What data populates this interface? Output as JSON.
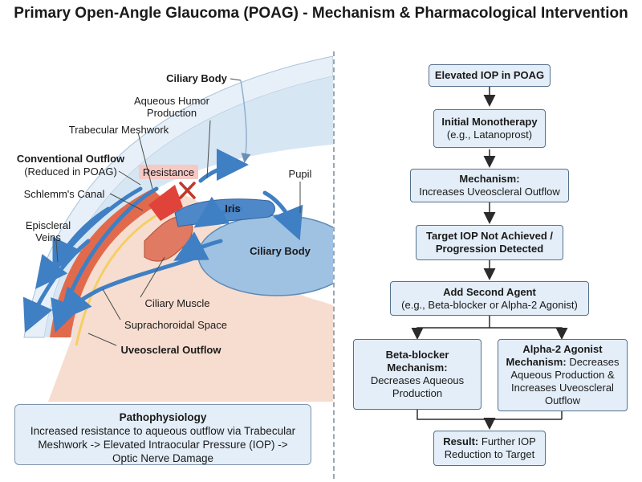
{
  "title": "Primary Open-Angle Glaucoma (POAG) - Mechanism & Pharmacological Intervention",
  "anatomy": {
    "ciliary_body_top": "Ciliary Body",
    "aqueous_line1": "Aqueous Humor",
    "aqueous_line2": "Production",
    "trabecular": "Trabecular Meshwork",
    "conventional": "Conventional Outflow",
    "reduced": "(Reduced in POAG)",
    "resistance": "Resistance",
    "pupil": "Pupil",
    "schlemm": "Schlemm's Canal",
    "iris": "Iris",
    "episcleral_line1": "Episcleral",
    "episcleral_line2": "Veins",
    "ciliary_body_right": "Ciliary Body",
    "ciliary_muscle": "Ciliary Muscle",
    "suprachoroidal": "Suprachoroidal Space",
    "uveoscleral": "Uveoscleral Outflow"
  },
  "pathophysiology": {
    "title": "Pathophysiology",
    "line1": "Increased resistance to aqueous outflow via Trabecular",
    "line2": "Meshwork -> Elevated Intraocular Pressure (IOP) ->",
    "line3": "Optic Nerve Damage"
  },
  "flow": {
    "elevated": "Elevated IOP in POAG",
    "mono_title": "Initial Monotherapy",
    "mono_sub": "(e.g., Latanoprost)",
    "mech_title": "Mechanism:",
    "mech_sub": "Increases Uveoscleral Outflow",
    "target_line1": "Target IOP Not Achieved /",
    "target_line2": "Progression Detected",
    "add_title": "Add Second Agent",
    "add_sub": "(e.g., Beta-blocker or Alpha-2 Agonist)",
    "beta_title1": "Beta-blocker",
    "beta_title2": "Mechanism:",
    "beta_sub1": "Decreases Aqueous",
    "beta_sub2": "Production",
    "alpha_title1": "Alpha-2 Agonist",
    "alpha_title2": "Mechanism:",
    "alpha_mech_inline": "Decreases",
    "alpha_sub1": "Aqueous Production &",
    "alpha_sub2": "Increases Uveoscleral",
    "alpha_sub3": "Outflow",
    "result_title": "Result:",
    "result_inline": "Further IOP",
    "result_sub": "Reduction to Target"
  },
  "colors": {
    "box_fill": "#e4eef8",
    "box_border": "#56708c",
    "arrow_blue": "#3f7fc4",
    "sclera_orange": "#e0694a",
    "iris_blue": "#4f88c9",
    "resistance_fill": "#f7c9c4",
    "block_x": "#c0392b"
  }
}
